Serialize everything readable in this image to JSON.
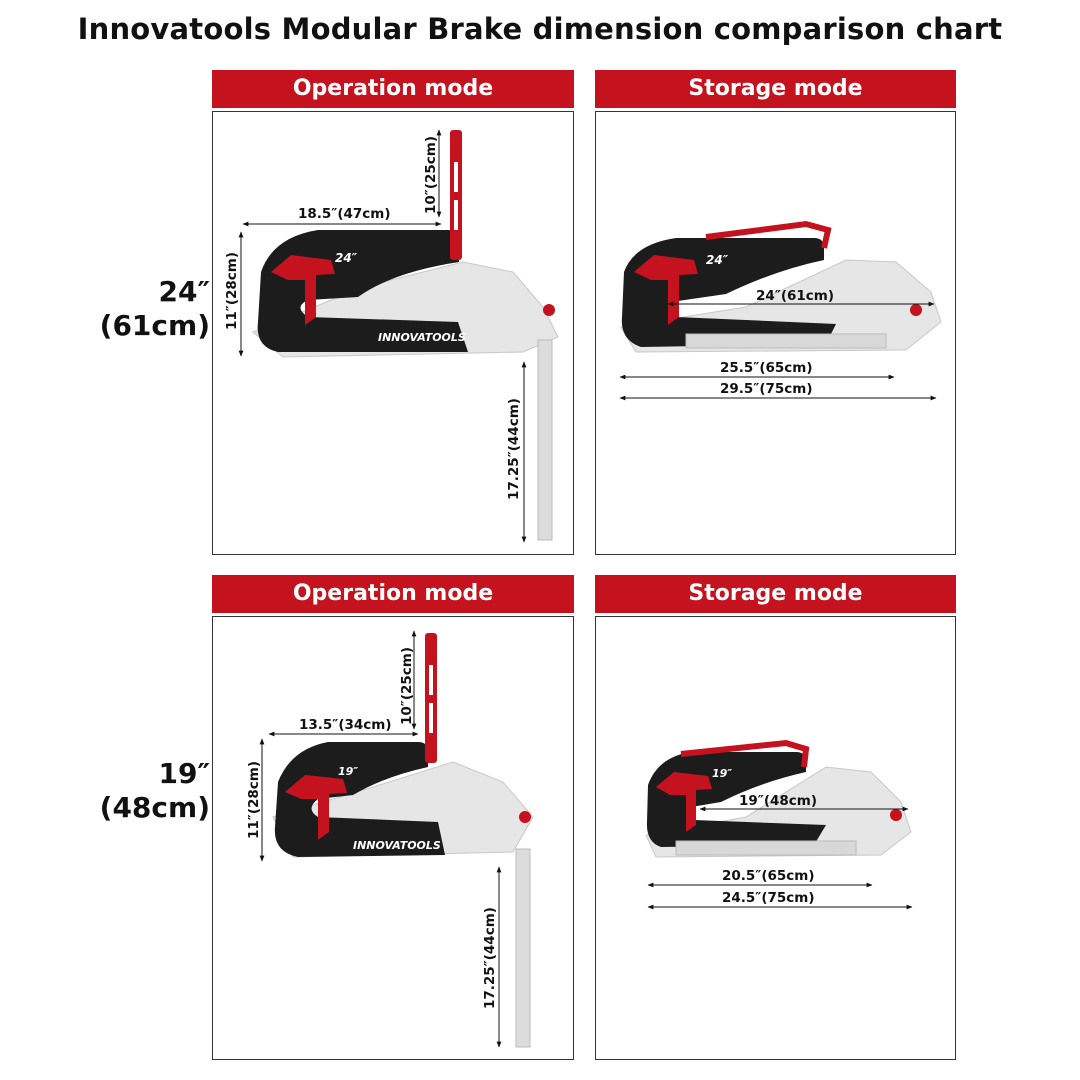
{
  "title": "Innovatools Modular Brake dimension comparison chart",
  "colors": {
    "accent": "#c4121f",
    "board": "#1c1c1c",
    "frame": "#e3e3e3"
  },
  "rows": [
    {
      "size_line1": "24″",
      "size_line2": "(61cm)",
      "operation": {
        "header": "Operation mode",
        "board_badge": "24″",
        "brand": "INNOVATOOLS",
        "dim_arm_height": "10″(25cm)",
        "dim_width": "18.5″(47cm)",
        "dim_height": "11″(28cm)",
        "dim_leg": "17.25″(44cm)"
      },
      "storage": {
        "header": "Storage mode",
        "board_badge": "24″",
        "dim_inner": "24″(61cm)",
        "dim_mid": "25.5″(65cm)",
        "dim_total": "29.5″(75cm)"
      }
    },
    {
      "size_line1": "19″",
      "size_line2": "(48cm)",
      "operation": {
        "header": "Operation mode",
        "board_badge": "19″",
        "brand": "INNOVATOOLS",
        "dim_arm_height": "10″(25cm)",
        "dim_width": "13.5″(34cm)",
        "dim_height": "11″(28cm)",
        "dim_leg": "17.25″(44cm)"
      },
      "storage": {
        "header": "Storage mode",
        "board_badge": "19″",
        "dim_inner": "19″(48cm)",
        "dim_mid": "20.5″(65cm)",
        "dim_total": "24.5″(75cm)"
      }
    }
  ]
}
